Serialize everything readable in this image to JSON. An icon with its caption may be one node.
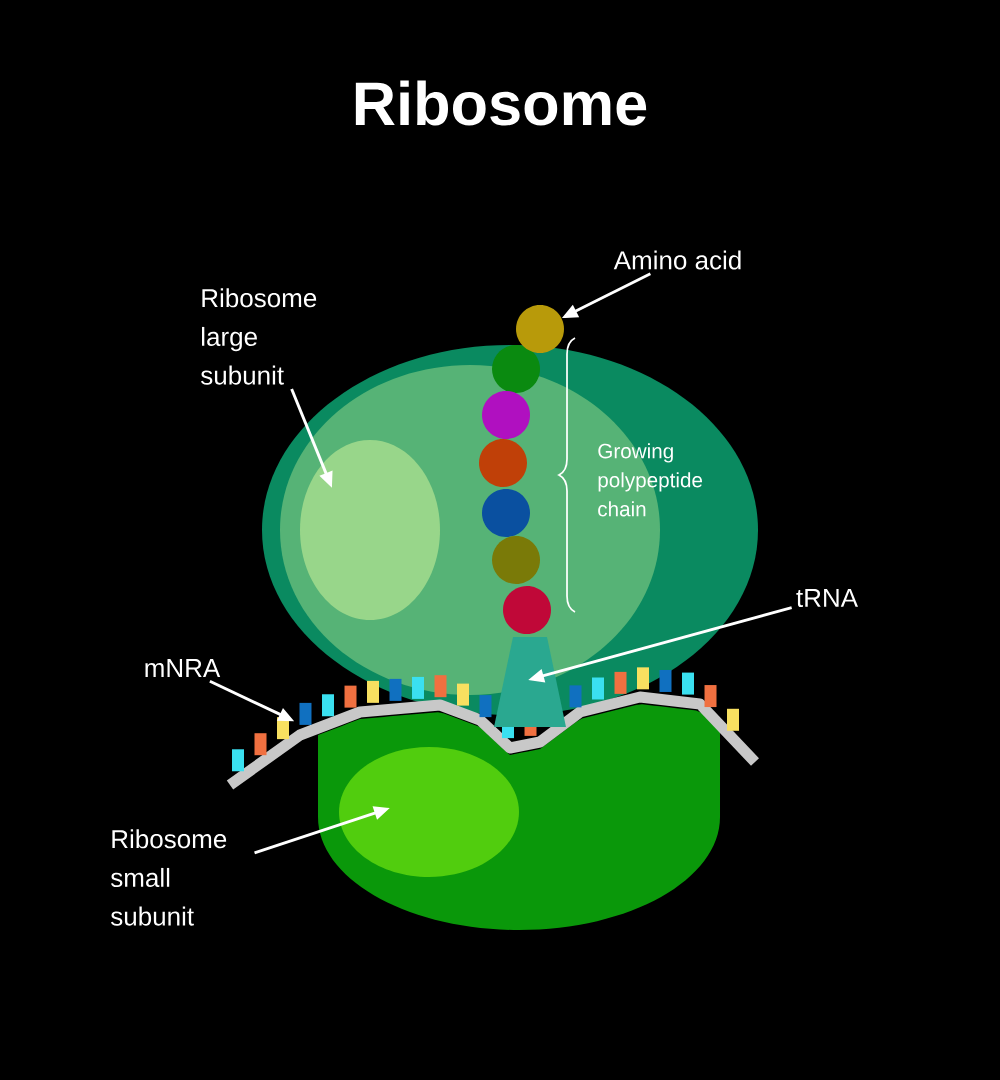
{
  "diagram": {
    "title": "Ribosome",
    "nodes": [
      {
        "text": [
          "Ribosome large subunit"
        ]
      },
      {
        "text": [],
        "shape": "picture"
      },
      {
        "text": [
          "Amino acid"
        ]
      },
      {
        "text": [],
        "shape": "circle"
      },
      {
        "text": [
          "tRNA"
        ]
      },
      {
        "text": [],
        "shape": "picture"
      },
      {
        "text": [
          "mNRA"
        ]
      },
      {
        "text": [],
        "shape": "picture"
      },
      {
        "text": [
          "Ribosome small subunit"
        ]
      },
      {
        "text": [],
        "shape": "picture"
      }
    ],
    "edges": [
      {
        "from": 0,
        "to": 1,
        "arrow": "to"
      },
      {
        "from": 2,
        "to": 3,
        "arrow": "to"
      },
      {
        "from": 4,
        "to": 5,
        "arrow": "to"
      },
      {
        "from": 6,
        "to": 7,
        "arrow": "to"
      },
      {
        "from": 8,
        "to": 9,
        "arrow": "to"
      }
    ],
    "labels": [
      "Growing polypeptide chain"
    ]
  }
}
